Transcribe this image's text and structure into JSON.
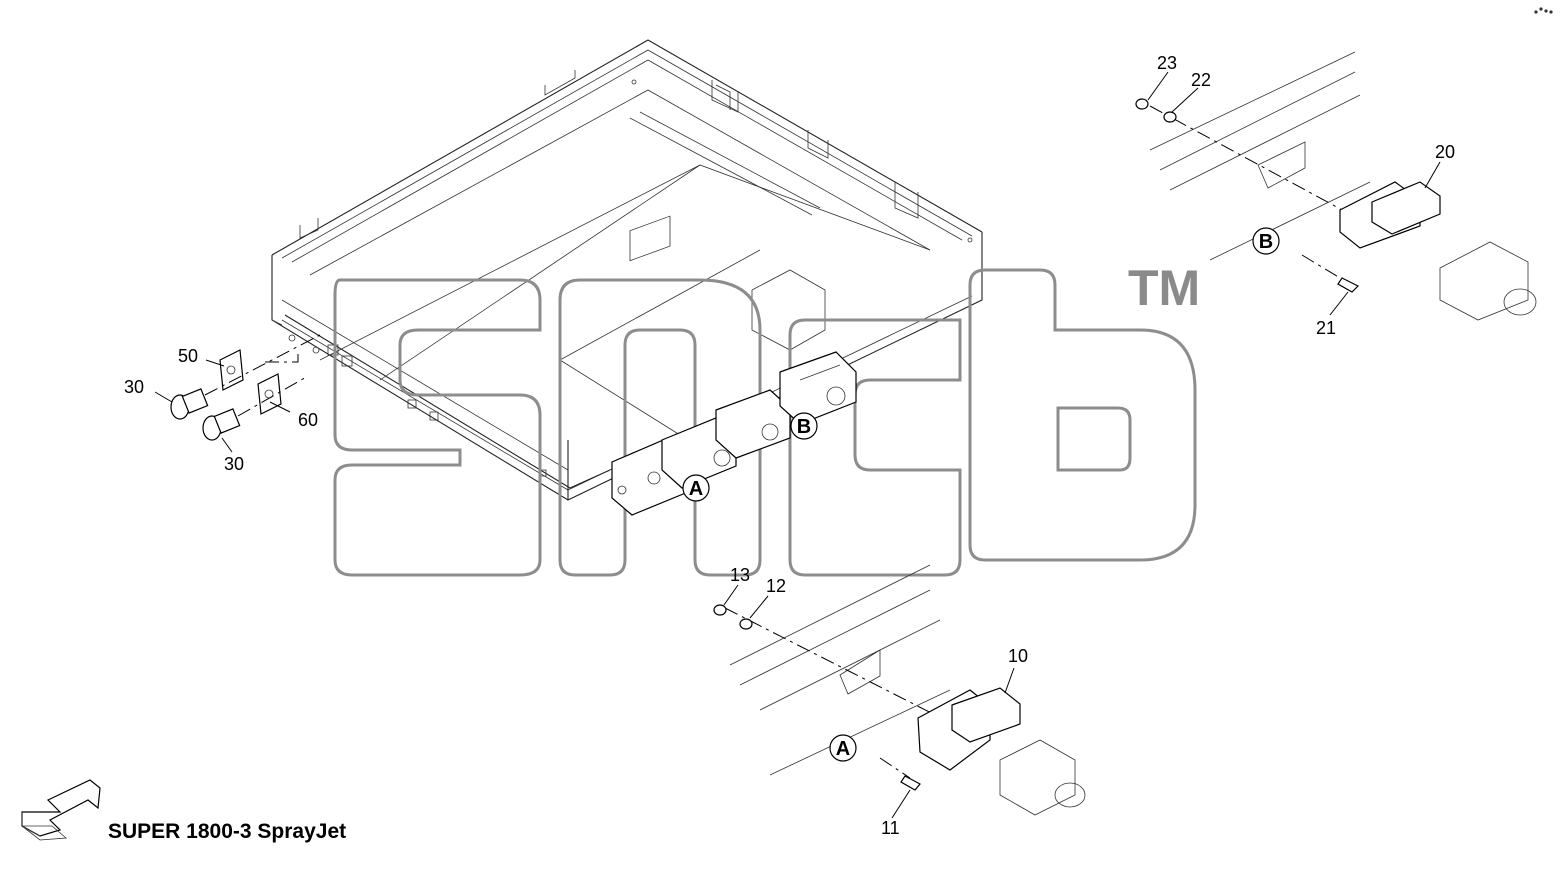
{
  "title": "SUPER 1800-3 SprayJet",
  "watermark": {
    "trademark": "TM"
  },
  "callouts": [
    "10",
    "11",
    "12",
    "13",
    "20",
    "21",
    "22",
    "23",
    "30",
    "30",
    "50",
    "60"
  ],
  "detail_refs": [
    "A",
    "B",
    "A",
    "B"
  ],
  "icons": {
    "direction": "arrow-icon",
    "menu": "dots-icon"
  }
}
